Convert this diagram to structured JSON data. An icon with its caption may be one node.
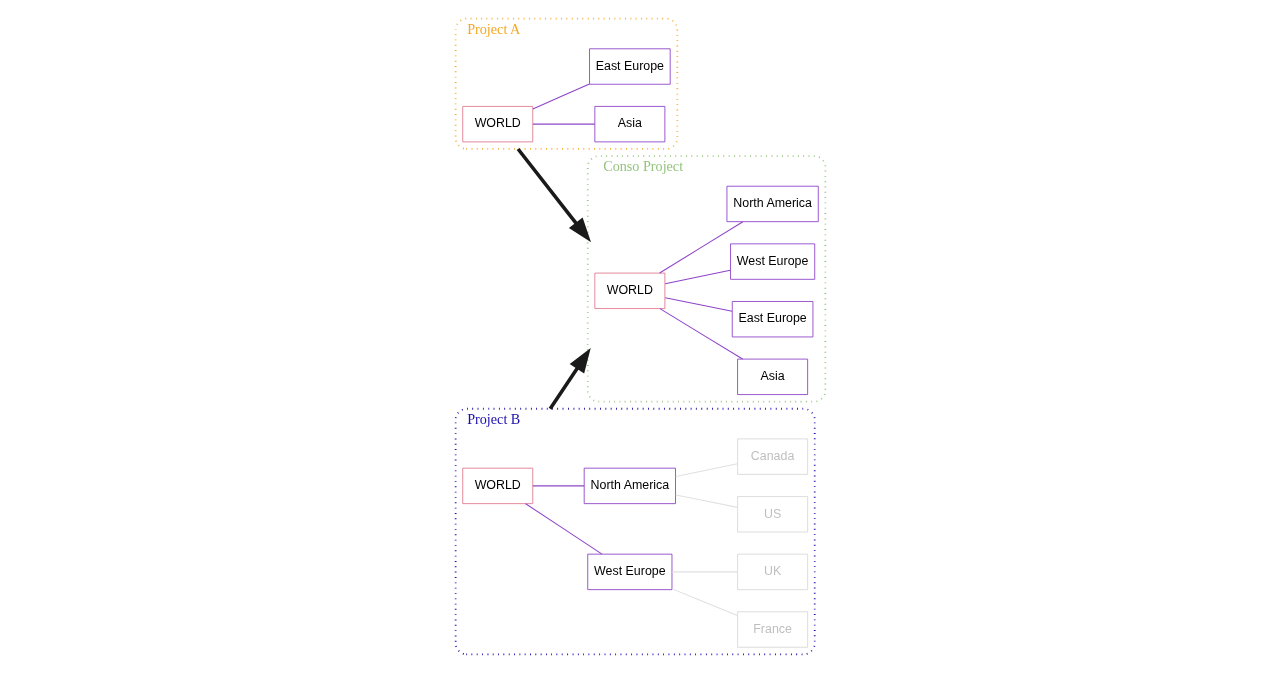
{
  "diagram": {
    "nodes": [
      {
        "text": [
          "Project A"
        ]
      },
      {
        "text": [
          "WORLD"
        ],
        "in": 0
      },
      {
        "text": [
          "Asia"
        ],
        "in": 0
      },
      {
        "text": [
          "East Europe"
        ],
        "in": 0
      },
      {
        "text": [
          "Project B"
        ]
      },
      {
        "text": [
          "WORLD"
        ],
        "in": 4
      },
      {
        "text": [
          "West Europe"
        ],
        "in": 4
      },
      {
        "text": [
          "France"
        ],
        "in": 4
      },
      {
        "text": [
          "UK"
        ],
        "in": 4
      },
      {
        "text": [
          "North America"
        ],
        "in": 4
      },
      {
        "text": [
          "US"
        ],
        "in": 4
      },
      {
        "text": [
          "Canada"
        ],
        "in": 4
      },
      {
        "text": [
          "Conso Project"
        ]
      },
      {
        "text": [
          "WORLD"
        ],
        "in": 12
      },
      {
        "text": [
          "Asia"
        ],
        "in": 12
      },
      {
        "text": [
          "East Europe"
        ],
        "in": 12
      },
      {
        "text": [
          "West Europe"
        ],
        "in": 12
      },
      {
        "text": [
          "North America"
        ],
        "in": 12
      }
    ],
    "edges": [
      {
        "from": 1,
        "to": 2,
        "arrow": "none"
      },
      {
        "from": 1,
        "to": 3,
        "arrow": "none"
      },
      {
        "from": 5,
        "to": 6,
        "arrow": "none"
      },
      {
        "from": 6,
        "to": 7,
        "arrow": "none",
        "color": "#e0e0e0"
      },
      {
        "from": 6,
        "to": 8,
        "arrow": "none",
        "color": "#e0e0e0"
      },
      {
        "from": 5,
        "to": 9,
        "arrow": "none"
      },
      {
        "from": 9,
        "to": 10,
        "arrow": "none",
        "color": "#e0e0e0"
      },
      {
        "from": 9,
        "to": 11,
        "arrow": "none",
        "color": "#e0e0e0"
      },
      {
        "from": 13,
        "to": 14,
        "arrow": "none"
      },
      {
        "from": 13,
        "to": 15,
        "arrow": "none"
      },
      {
        "from": 13,
        "to": 16,
        "arrow": "none"
      },
      {
        "from": 13,
        "to": 17,
        "arrow": "none"
      },
      {
        "from": 0,
        "to": 12,
        "arrow": "to",
        "style": "thick",
        "color": "#1a1a1a"
      },
      {
        "from": 4,
        "to": 12,
        "arrow": "to",
        "style": "thick",
        "color": "#1a1a1a"
      }
    ]
  }
}
